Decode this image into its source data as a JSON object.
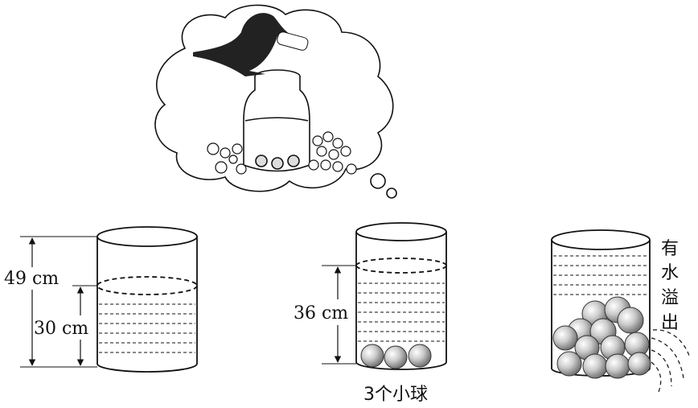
{
  "cylinder1": {
    "total_height_label": "49 cm",
    "water_height_label": "30 cm"
  },
  "cylinder2": {
    "water_height_label": "36 cm",
    "caption": "3个小球"
  },
  "cylinder3": {
    "caption_chars": [
      "有",
      "水",
      "溢",
      "出"
    ]
  },
  "colors": {
    "ink": "#111111",
    "ball": "#bbbbbb",
    "background": "#ffffff"
  }
}
